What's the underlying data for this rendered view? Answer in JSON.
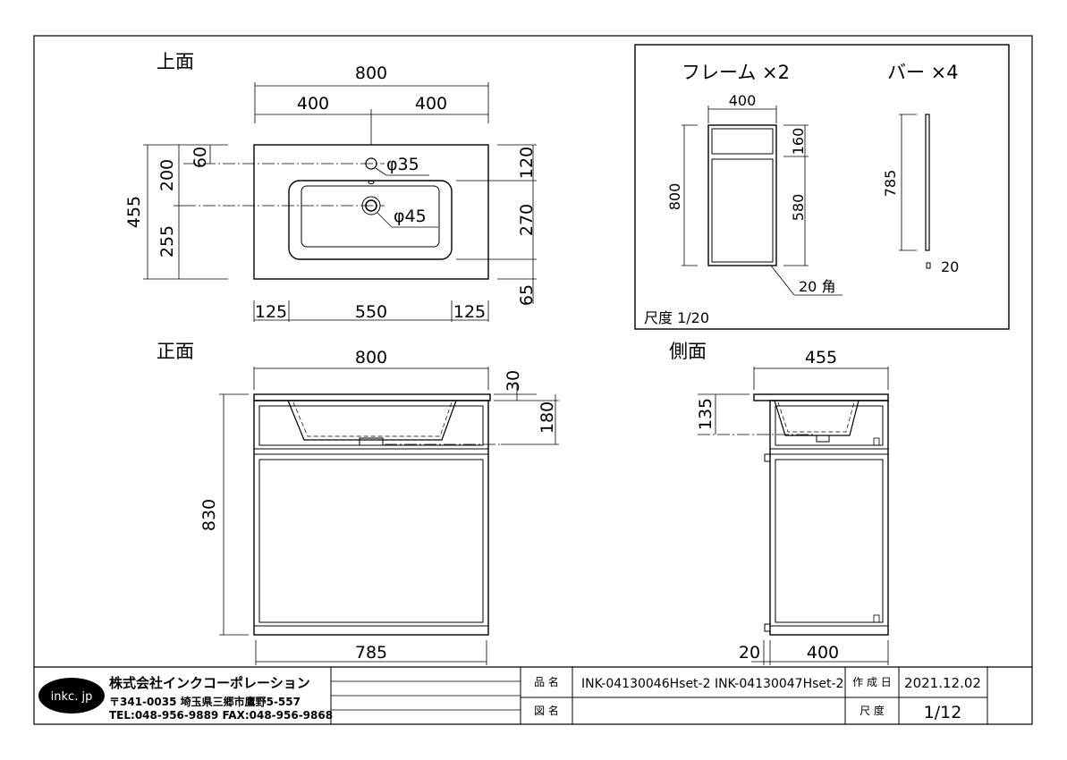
{
  "views": {
    "top": {
      "title": "上面",
      "dims": {
        "total_width": "800",
        "half_left": "400",
        "half_right": "400",
        "depth": "455",
        "depth_upper": "200",
        "depth_lower": "255",
        "offset_60": "60",
        "hole_small": "φ35",
        "hole_drain": "φ45",
        "right_120": "120",
        "right_270": "270",
        "right_65": "65",
        "bottom_left": "125",
        "bottom_mid": "550",
        "bottom_right": "125"
      }
    },
    "front": {
      "title": "正面",
      "dims": {
        "width": "800",
        "top_30": "30",
        "bowl_180": "180",
        "height": "830",
        "inner_width": "785"
      }
    },
    "side": {
      "title": "側面",
      "dims": {
        "depth": "455",
        "drain_135": "135",
        "leg_20": "20",
        "inner_400": "400"
      }
    },
    "parts": {
      "frame_title": "フレーム ×2",
      "bar_title": "バー ×4",
      "frame_width": "400",
      "frame_height": "800",
      "frame_top": "160",
      "frame_bottom": "580",
      "frame_section": "20 角",
      "bar_length": "785",
      "bar_section": "20",
      "scale": "尺度 1/20"
    }
  },
  "title_block": {
    "logo": "inkc. jp",
    "company": "株式会社インクコーポレーション",
    "address": "〒341-0035 埼玉県三郷市鷹野5-557",
    "contact": "TEL:048-956-9889 FAX:048-956-9868",
    "product_label": "品 名",
    "product_value": "INK-04130046Hset-2 INK-04130047Hset-2",
    "drawing_label": "図 名",
    "drawing_value": "",
    "date_label": "作 成 日",
    "date_value": "2021.12.02",
    "scale_label": "尺 度",
    "scale_value": "1/12"
  }
}
